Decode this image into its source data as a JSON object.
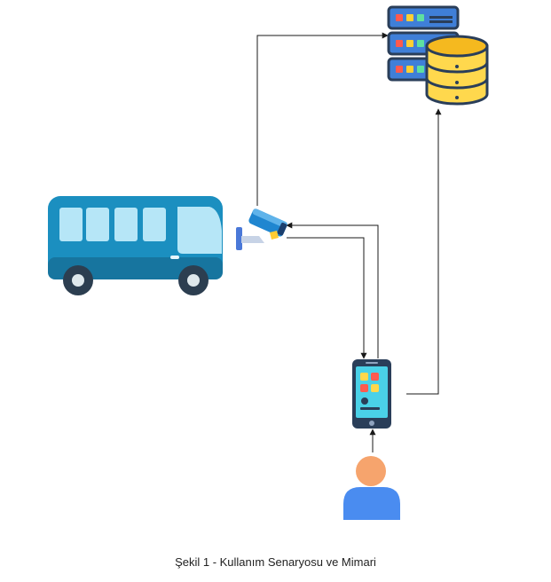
{
  "caption": "Şekil 1 - Kullanım Senaryosu ve Mimari",
  "nodes": [
    {
      "id": "bus",
      "icon": "bus-icon"
    },
    {
      "id": "camera",
      "icon": "security-camera-icon"
    },
    {
      "id": "server",
      "icon": "server-rack-icon"
    },
    {
      "id": "database",
      "icon": "database-icon"
    },
    {
      "id": "phone",
      "icon": "smartphone-icon"
    },
    {
      "id": "user",
      "icon": "user-icon"
    }
  ],
  "edges": [
    {
      "from": "camera",
      "to": "server"
    },
    {
      "from": "phone",
      "to": "camera"
    },
    {
      "from": "camera",
      "to": "phone"
    },
    {
      "from": "phone",
      "to": "database"
    },
    {
      "from": "user",
      "to": "phone"
    }
  ],
  "colors": {
    "bus_body": "#1b8fc0",
    "bus_dark": "#17759f",
    "bus_window": "#b6e6f7",
    "server_frame": "#2a3e59",
    "server_unit": "#3f7fd8",
    "db_yellow": "#ffd84d",
    "db_gold": "#f5b91f",
    "phone_screen": "#4ad1e8",
    "user_head": "#f6a46d",
    "user_body": "#4a8cf0",
    "line": "#1a1a1a"
  }
}
